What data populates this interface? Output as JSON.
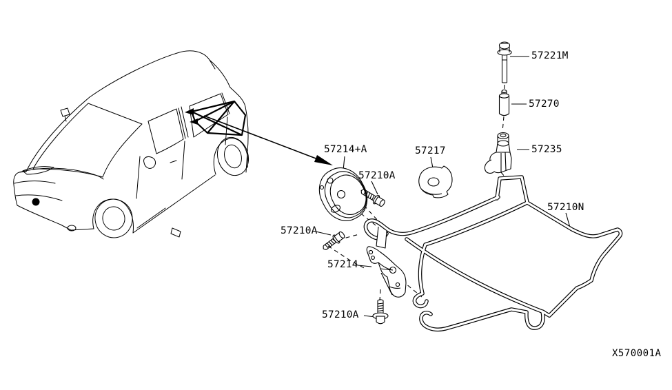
{
  "diagram": {
    "code": "X570001A",
    "colors": {
      "line": "#000000",
      "background": "#ffffff"
    },
    "parts": [
      {
        "label": "57221M"
      },
      {
        "label": "57270"
      },
      {
        "label": "57235"
      },
      {
        "label": "57214+A"
      },
      {
        "label": "57210A"
      },
      {
        "label": "57217"
      },
      {
        "label": "57210N"
      },
      {
        "label": "57210A"
      },
      {
        "label": "57214"
      },
      {
        "label": "57210A"
      }
    ]
  }
}
